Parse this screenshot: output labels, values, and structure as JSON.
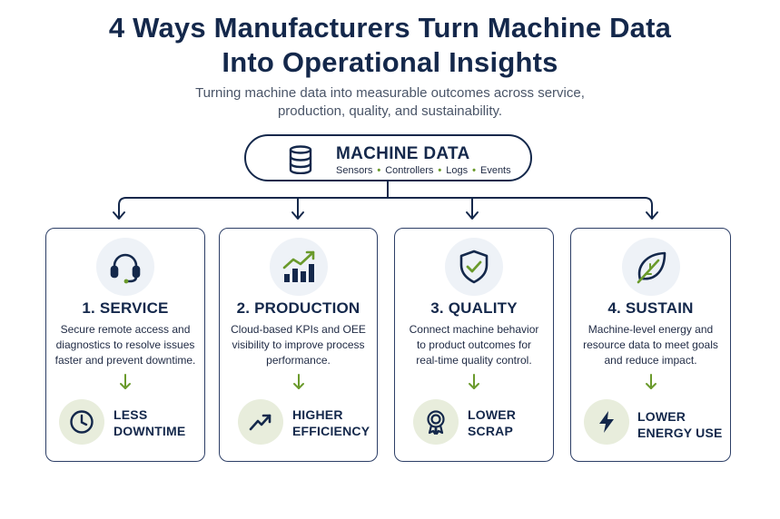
{
  "title_line1": "4 Ways Manufacturers Turn Machine Data",
  "title_line2": "Into Operational Insights",
  "subtitle_line1": "Turning machine data into measurable outcomes across service,",
  "subtitle_line2": "production, quality, and sustainability.",
  "hub": {
    "title": "MACHINE DATA",
    "sources": [
      "Sensors",
      "Controllers",
      "Logs",
      "Events"
    ],
    "icon": "database-icon"
  },
  "colors": {
    "navy": "#14284b",
    "accent_green": "#6a9a2b",
    "icon_bg": "#eef2f7",
    "outcome_bg": "#e8eddc"
  },
  "cards": [
    {
      "title": "1. SERVICE",
      "icon": "headset-icon",
      "desc": [
        "Secure remote access and",
        "diagnostics to resolve issues",
        "faster and prevent downtime."
      ],
      "outcome": [
        "LESS",
        "DOWNTIME"
      ],
      "outcome_icon": "clock-icon"
    },
    {
      "title": "2. PRODUCTION",
      "icon": "growth-chart-icon",
      "desc": [
        "Cloud-based KPIs and OEE",
        "visibility to improve process",
        "performance."
      ],
      "outcome": [
        "HIGHER",
        "EFFICIENCY"
      ],
      "outcome_icon": "trend-up-icon"
    },
    {
      "title": "3. QUALITY",
      "icon": "shield-check-icon",
      "desc": [
        "Connect machine behavior",
        "to product outcomes for",
        "real-time quality control."
      ],
      "outcome": [
        "LOWER",
        "SCRAP"
      ],
      "outcome_icon": "award-ribbon-icon"
    },
    {
      "title": "4. SUSTAIN",
      "icon": "leaf-icon",
      "desc": [
        "Machine-level energy and",
        "resource data to meet goals",
        "and reduce impact."
      ],
      "outcome": [
        "LOWER",
        "ENERGY USE"
      ],
      "outcome_icon": "lightning-bolt-icon"
    }
  ]
}
